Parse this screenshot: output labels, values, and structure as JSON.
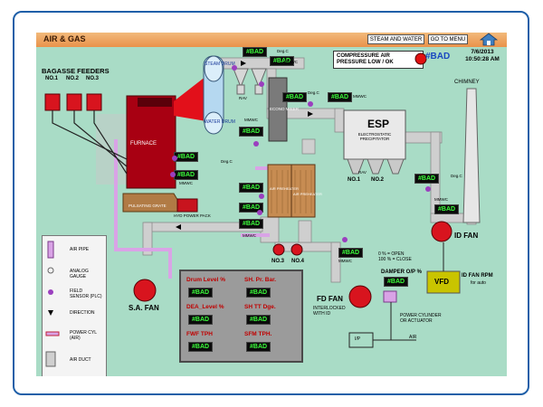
{
  "title": "AIR & GAS",
  "buttons": {
    "steam_water": "STEAM AND WATER",
    "goto_menu": "GO TO MENU"
  },
  "alarm": {
    "text": "COMPRESSURE AIR PRESSURE LOW / OK",
    "value": "#BAD"
  },
  "datetime": {
    "date": "7/6/2013",
    "time": "10:50:28 AM"
  },
  "bad_value": "#BAD",
  "feeders": {
    "title": "BAGASSE FEEDERS",
    "items": [
      "NO.1",
      "NO.2",
      "NO.3"
    ]
  },
  "units": {
    "mmwc": "MMWC",
    "degc": "Deg.C",
    "raw": "RAV"
  },
  "labels": {
    "furnace": "FURNACE",
    "steam_drum": "STEAM DRUM",
    "water_drum": "WATER DRUM",
    "econo": "ECONO MISER",
    "air_pre1": "AIR PREHEATER",
    "air_pre2": "AIR PREHEATER",
    "pulsating": "PULSATING GRATE",
    "hyd": "HYD POWER PACK",
    "esp": "ESP",
    "esp_sub": "ELECTROSTATIC PRECIPITATOR",
    "chimney": "CHIMNEY",
    "id_fan": "ID FAN",
    "vfd": "VFD",
    "id_rpm": "ID FAN RPM",
    "for_auto": "for auto",
    "sa_fan": "S.A. FAN",
    "fd_fan": "FD FAN",
    "interlock": "INTERLOCKED WITH ID",
    "damper": "DAMPER O/P %",
    "open_close": "0 % = OPEN\n100 % = CLOSE",
    "power_cyl": "POWER CYLINDER OR ACTUATOR",
    "ip": "I/P",
    "air": "AIR",
    "no1": "NO.1",
    "no2": "NO.2",
    "no3": "NO.3",
    "no4": "NO.4"
  },
  "panel": [
    {
      "label": "Drum Level %",
      "value": "#BAD"
    },
    {
      "label": "SH. Pr. Bar.",
      "value": "#BAD"
    },
    {
      "label": "DEA_Level %",
      "value": "#BAD"
    },
    {
      "label": "SH TT Dge.",
      "value": "#BAD"
    },
    {
      "label": "FWF TPH",
      "value": "#BAD"
    },
    {
      "label": "SFM TPH.",
      "value": "#BAD"
    }
  ],
  "legend": [
    {
      "icon": "air-pipe",
      "label": "AIR PIPE"
    },
    {
      "icon": "analog-gauge",
      "label": "ANALOG GAUGE"
    },
    {
      "icon": "field-sensor",
      "label": "FIELD SENSOR (PLC)"
    },
    {
      "icon": "direction",
      "label": "DIRECTION"
    },
    {
      "icon": "power-cyl",
      "label": "POWER CYL (AIR)"
    },
    {
      "icon": "air-duct",
      "label": "AIR DUCT"
    }
  ],
  "colors": {
    "background": "#a9dcc6",
    "titlebar": "#e9924a",
    "furnace": "#a80012",
    "duct": "#c8c8c8",
    "pipe": "#d9a3e6",
    "sensor": "#9b3fbf",
    "value_text": "#3cff3c",
    "vfd": "#c9c400",
    "fan": "#d8141e"
  }
}
